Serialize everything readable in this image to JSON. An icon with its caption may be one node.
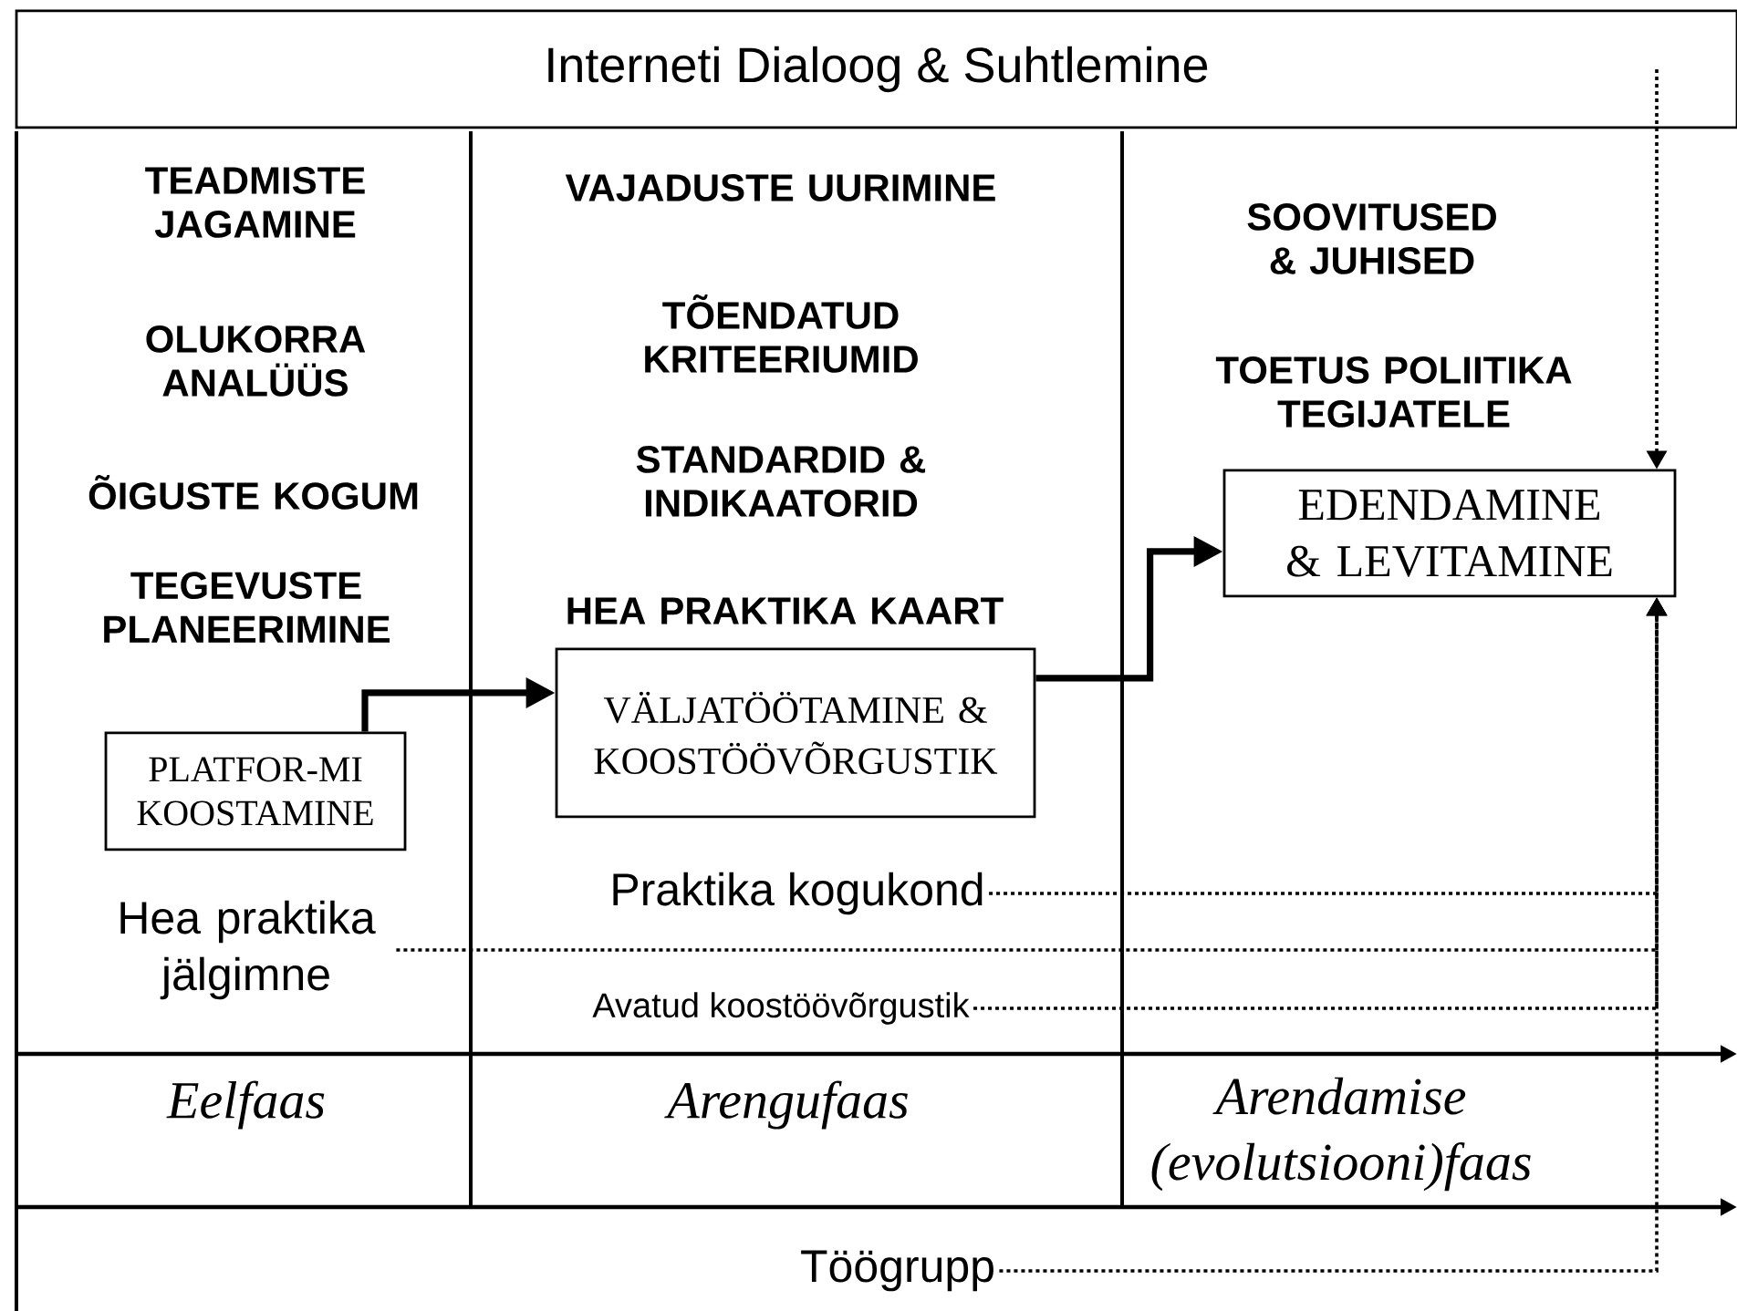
{
  "diagram": {
    "nodes": [
      {
        "text": [
          "Interneti Dialoog & Suhtlemine"
        ]
      },
      {
        "text": [
          "PLATFOR-MI KOOSTAMINE"
        ]
      },
      {
        "text": [
          "VÄLJATÖÖTAMINE & KOOSTÖÖVÕRGUSTIK"
        ]
      },
      {
        "text": [
          "EDENDAMINE & LEVITAMINE"
        ]
      },
      {
        "text": [
          "Praktika kogukond"
        ]
      },
      {
        "text": [
          "Hea praktika jälgimne"
        ]
      },
      {
        "text": [
          "Avatud koostöövõrgustik"
        ]
      },
      {
        "text": [
          "Töögrupp"
        ]
      }
    ],
    "edges": [
      {
        "from": 1,
        "to": 2,
        "arrow": "to",
        "style": "thick"
      },
      {
        "from": 2,
        "to": 3,
        "arrow": "to",
        "style": "thick"
      },
      {
        "from": 0,
        "to": 3,
        "arrow": "to",
        "style": "dashed"
      },
      {
        "from": 4,
        "to": 3,
        "arrow": "to",
        "style": "dashed"
      },
      {
        "from": 5,
        "to": 3,
        "arrow": "to",
        "style": "dashed"
      },
      {
        "from": 6,
        "to": 3,
        "arrow": "to",
        "style": "dashed"
      },
      {
        "from": 7,
        "to": 3,
        "arrow": "to",
        "style": "dashed"
      }
    ],
    "labels": [
      "TEADMISTE JAGAMINE",
      "OLUKORRA ANALÜÜS",
      "ÕIGUSTE KOGUM",
      "TEGEVUSTE PLANEERIMINE",
      "VAJADUSTE UURIMINE",
      "TÕENDATUD KRITEERIUMID",
      "STANDARDID & INDIKAATORID",
      "HEA PRAKTIKA KAART",
      "SOOVITUSED & JUHISED",
      "TOETUS POLIITIKA TEGIJATELE",
      "Eelfaas",
      "Arengufaas",
      "Arendamise (evolutsiooni)faas"
    ]
  }
}
